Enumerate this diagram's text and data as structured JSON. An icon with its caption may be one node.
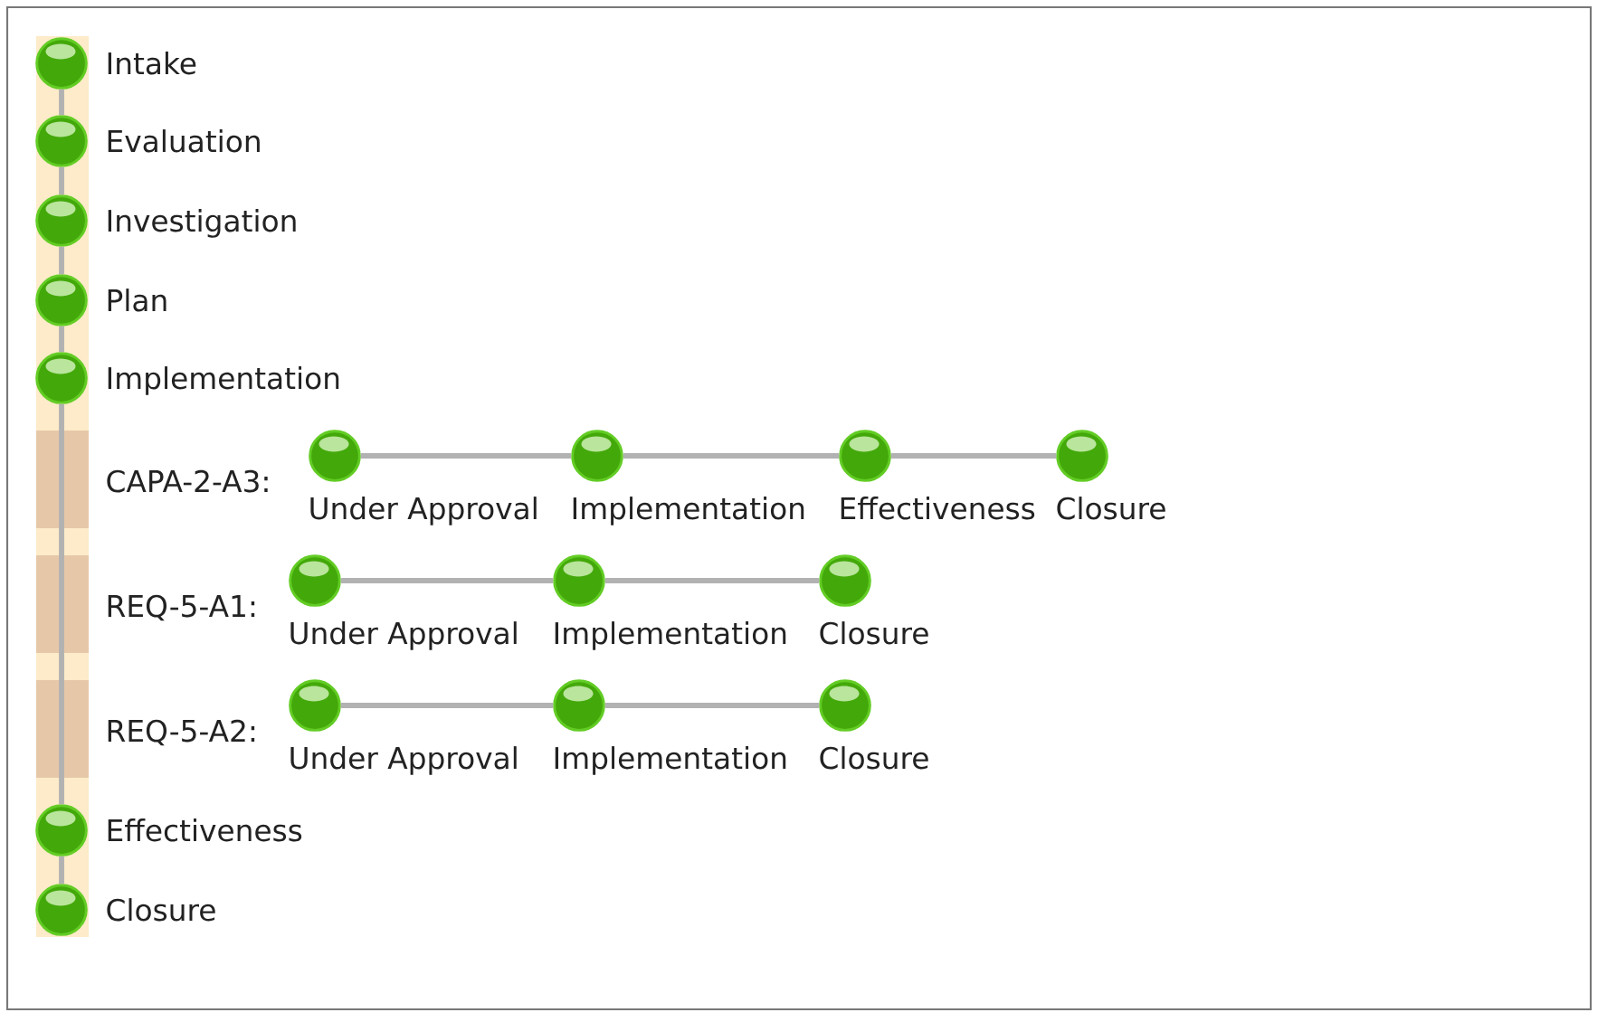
{
  "diagram": {
    "nodes": [
      {
        "text": [],
        "shape": "circle",
        "beside": [
          "Intake"
        ]
      },
      {
        "text": [],
        "shape": "circle",
        "beside": [
          "Evaluation"
        ]
      },
      {
        "text": [],
        "shape": "circle",
        "beside": [
          "Investigation"
        ]
      },
      {
        "text": [],
        "shape": "circle",
        "beside": [
          "Plan"
        ]
      },
      {
        "text": [],
        "shape": "circle",
        "beside": [
          "Implementation"
        ]
      },
      {
        "text": [],
        "shape": "circle",
        "beside": [
          "Under Approval"
        ]
      },
      {
        "text": [],
        "shape": "circle",
        "beside": [
          "Implementation"
        ]
      },
      {
        "text": [],
        "shape": "circle",
        "beside": [
          "Effectiveness"
        ]
      },
      {
        "text": [],
        "shape": "circle",
        "beside": [
          "Closure"
        ]
      },
      {
        "text": [],
        "shape": "circle",
        "beside": [
          "Under Approval"
        ]
      },
      {
        "text": [],
        "shape": "circle",
        "beside": [
          "Implementation"
        ]
      },
      {
        "text": [],
        "shape": "circle",
        "beside": [
          "Closure"
        ]
      },
      {
        "text": [],
        "shape": "circle",
        "beside": [
          "Under Approval"
        ]
      },
      {
        "text": [],
        "shape": "circle",
        "beside": [
          "Implementation"
        ]
      },
      {
        "text": [],
        "shape": "circle",
        "beside": [
          "Closure"
        ]
      },
      {
        "text": [],
        "shape": "circle",
        "beside": [
          "Effectiveness"
        ]
      },
      {
        "text": [],
        "shape": "circle",
        "beside": [
          "Closure"
        ]
      }
    ],
    "edges": [
      {
        "from": 0,
        "to": 1,
        "arrow": "none"
      },
      {
        "from": 1,
        "to": 2,
        "arrow": "none"
      },
      {
        "from": 2,
        "to": 3,
        "arrow": "none"
      },
      {
        "from": 3,
        "to": 4,
        "arrow": "none"
      },
      {
        "from": 4,
        "to": 15,
        "arrow": "none"
      },
      {
        "from": 15,
        "to": 16,
        "arrow": "none"
      },
      {
        "from": 5,
        "to": 6,
        "arrow": "none"
      },
      {
        "from": 6,
        "to": 7,
        "arrow": "none"
      },
      {
        "from": 7,
        "to": 8,
        "arrow": "none"
      },
      {
        "from": 9,
        "to": 10,
        "arrow": "none"
      },
      {
        "from": 10,
        "to": 11,
        "arrow": "none"
      },
      {
        "from": 12,
        "to": 13,
        "arrow": "none"
      },
      {
        "from": 13,
        "to": 14,
        "arrow": "none"
      }
    ],
    "labels": [
      "CAPA-2-A3:",
      "REQ-5-A1:",
      "REQ-5-A2:"
    ]
  }
}
